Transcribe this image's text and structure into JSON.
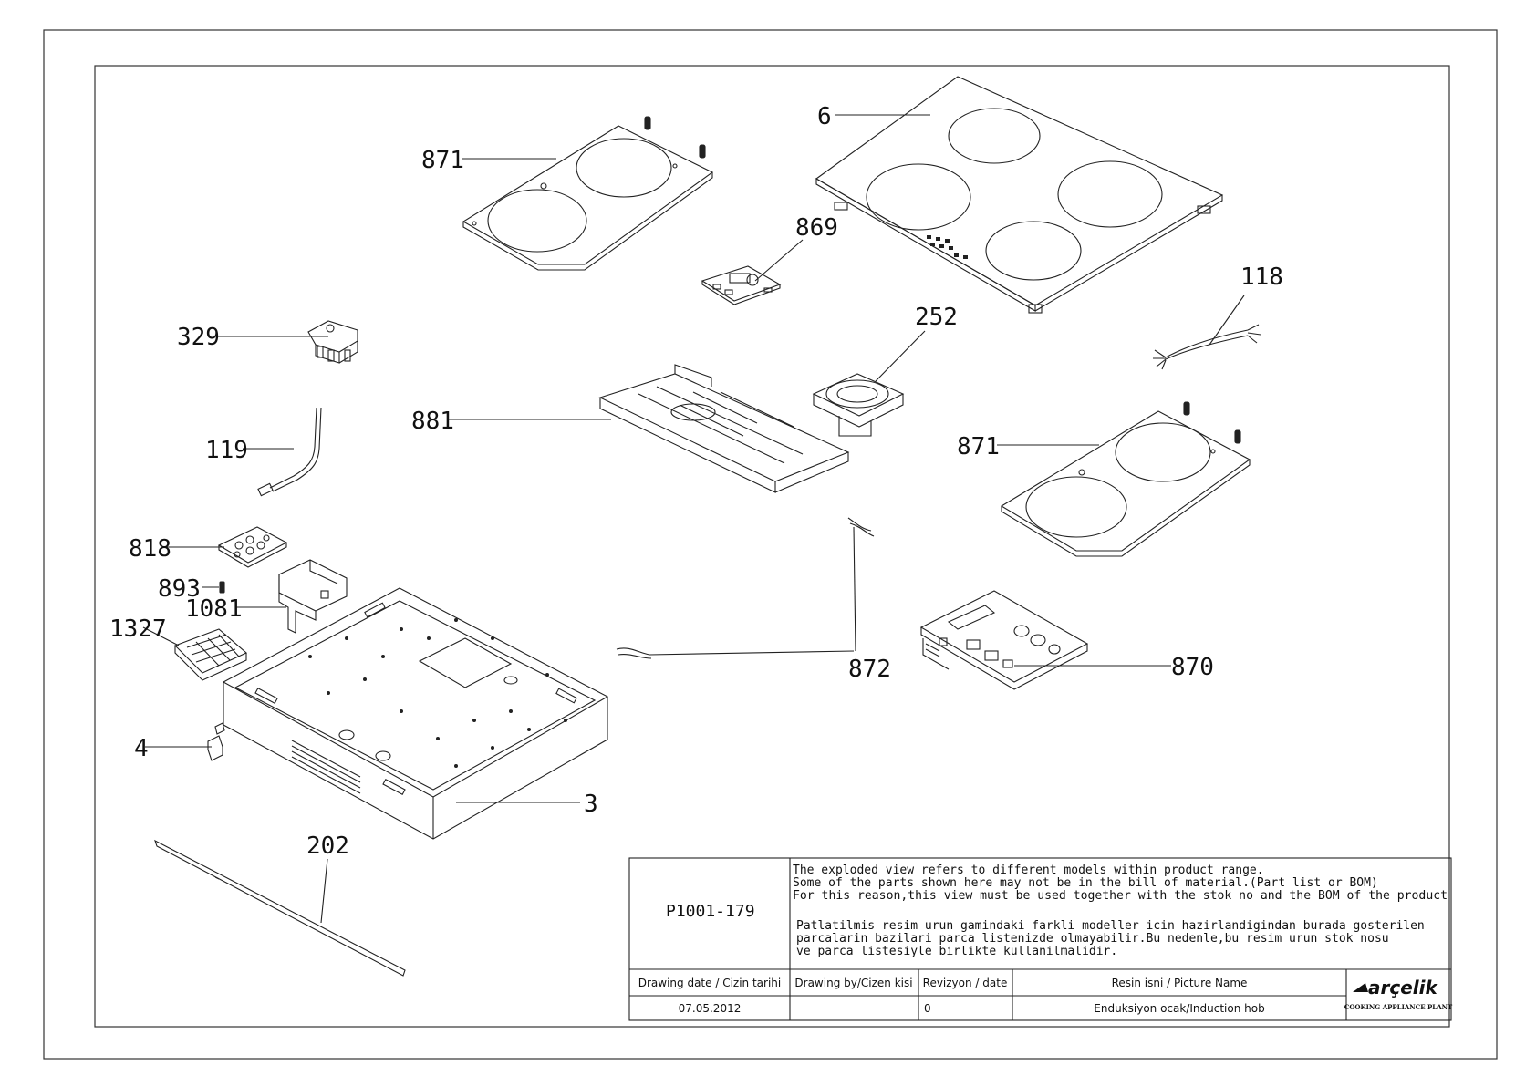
{
  "colors": {
    "line": "#222222",
    "paper": "#ffffff"
  },
  "parts": [
    {
      "id": "p6",
      "label": "6"
    },
    {
      "id": "p871a",
      "label": "871"
    },
    {
      "id": "p869",
      "label": "869"
    },
    {
      "id": "p118",
      "label": "118"
    },
    {
      "id": "p329",
      "label": "329"
    },
    {
      "id": "p252",
      "label": "252"
    },
    {
      "id": "p881",
      "label": "881"
    },
    {
      "id": "p119",
      "label": "119"
    },
    {
      "id": "p871b",
      "label": "871"
    },
    {
      "id": "p818",
      "label": "818"
    },
    {
      "id": "p893",
      "label": "893"
    },
    {
      "id": "p1081",
      "label": "1081"
    },
    {
      "id": "p1327",
      "label": "1327"
    },
    {
      "id": "p872",
      "label": "872"
    },
    {
      "id": "p870",
      "label": "870"
    },
    {
      "id": "p4",
      "label": "4"
    },
    {
      "id": "p3",
      "label": "3"
    },
    {
      "id": "p202",
      "label": "202"
    }
  ],
  "title_block": {
    "drawing_no": "P1001-179",
    "notes_en": [
      "The exploded view refers to different models within product range.",
      "Some of the parts shown here may not be in the bill of material.(Part list or BOM)",
      "For this reason,this view must be used together with the stok no and the BOM of the product"
    ],
    "notes_tr": [
      "Patlatilmis resim urun gamindaki farkli modeller icin hazirlandigindan burada gosterilen",
      "parcalarin bazilari parca listenizde olmayabilir.Bu nedenle,bu resim urun stok nosu",
      "ve parca listesiyle birlikte kullanilmalidir."
    ],
    "headers": {
      "date": "Drawing date / Cizin tarihi",
      "by": "Drawing by/Cizen kisi",
      "rev": "Revizyon / date",
      "name": "Resin isni / Picture Name"
    },
    "values": {
      "date": "07.05.2012",
      "by": "",
      "rev": "0",
      "name": "Enduksiyon ocak/Induction hob"
    },
    "brand": "arçelik",
    "plant": "COOKING APPLIANCE PLANT"
  }
}
